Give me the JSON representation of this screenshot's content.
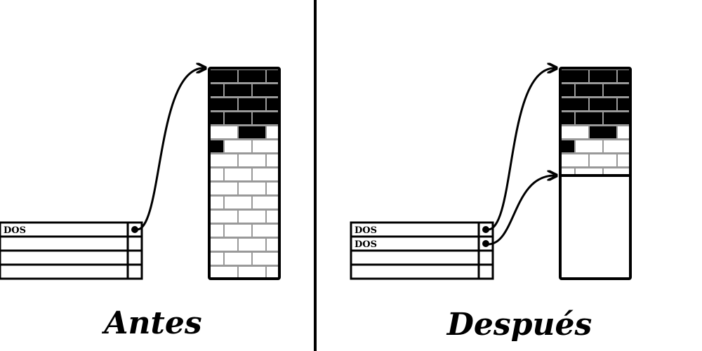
{
  "before": {
    "label": "Antes",
    "table_rows": [
      "DOS",
      "",
      "",
      ""
    ],
    "linked_rows": [
      0
    ],
    "brick_pattern": "full-disk"
  },
  "after": {
    "label": "Después",
    "table_rows": [
      "DOS",
      "DOS",
      "",
      ""
    ],
    "linked_rows": [
      0,
      1
    ],
    "brick_pattern": "resized-partition"
  },
  "colors": {
    "ink": "#000000",
    "mortar": "#999999",
    "background": "#ffffff"
  }
}
